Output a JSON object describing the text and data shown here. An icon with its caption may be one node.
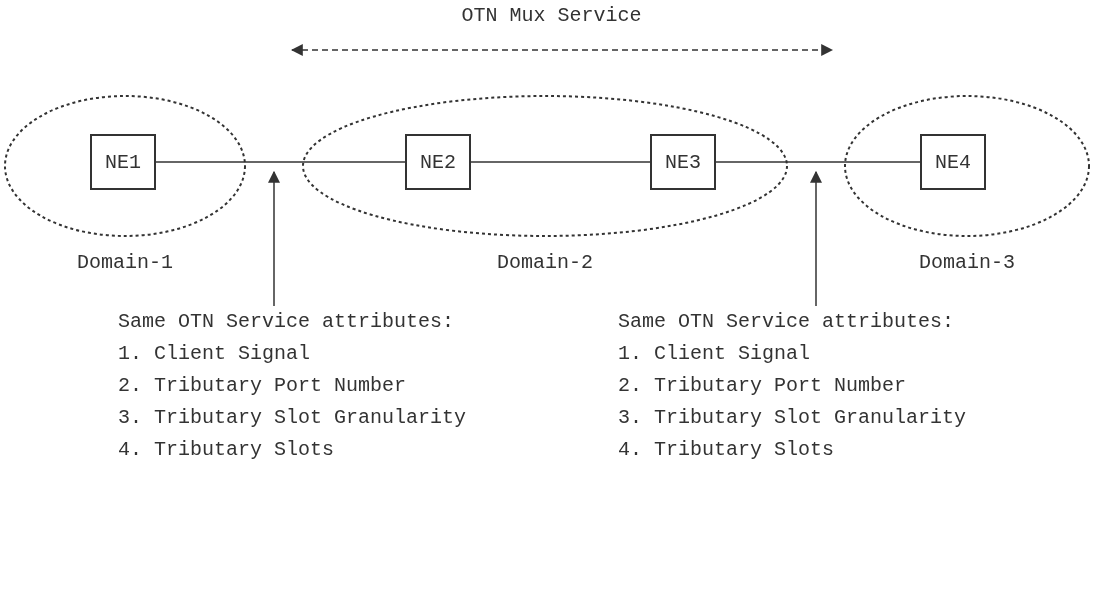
{
  "diagram": {
    "title": "OTN Mux Service",
    "nodes": [
      {
        "text": [
          "Domain-1"
        ]
      },
      {
        "text": [
          "NE1"
        ],
        "in": 0
      },
      {
        "text": [
          "Domain-2"
        ]
      },
      {
        "text": [
          "NE2"
        ],
        "in": 2
      },
      {
        "text": [
          "NE3"
        ],
        "in": 2
      },
      {
        "text": [
          "Domain-3"
        ]
      },
      {
        "text": [
          "NE4"
        ],
        "in": 5
      },
      {
        "text": [
          "Same OTN Service attributes:",
          "1. Client Signal",
          "2. Tributary Port Number",
          "3. Tributary Slot Granularity",
          "4. Tributary Slots"
        ]
      },
      {
        "text": [
          "Same OTN Service attributes:",
          "1. Client Signal",
          "2. Tributary Port Number",
          "3. Tributary Slot Granularity",
          "4. Tributary Slots"
        ]
      }
    ],
    "edges": [
      {
        "from": 1,
        "to": 3,
        "arrow": "none"
      },
      {
        "from": 3,
        "to": 4,
        "arrow": "none"
      },
      {
        "from": 4,
        "to": 6,
        "arrow": "none"
      },
      {
        "from": 7,
        "to": null,
        "arrow": "to"
      },
      {
        "from": 8,
        "to": null,
        "arrow": "to"
      }
    ]
  }
}
